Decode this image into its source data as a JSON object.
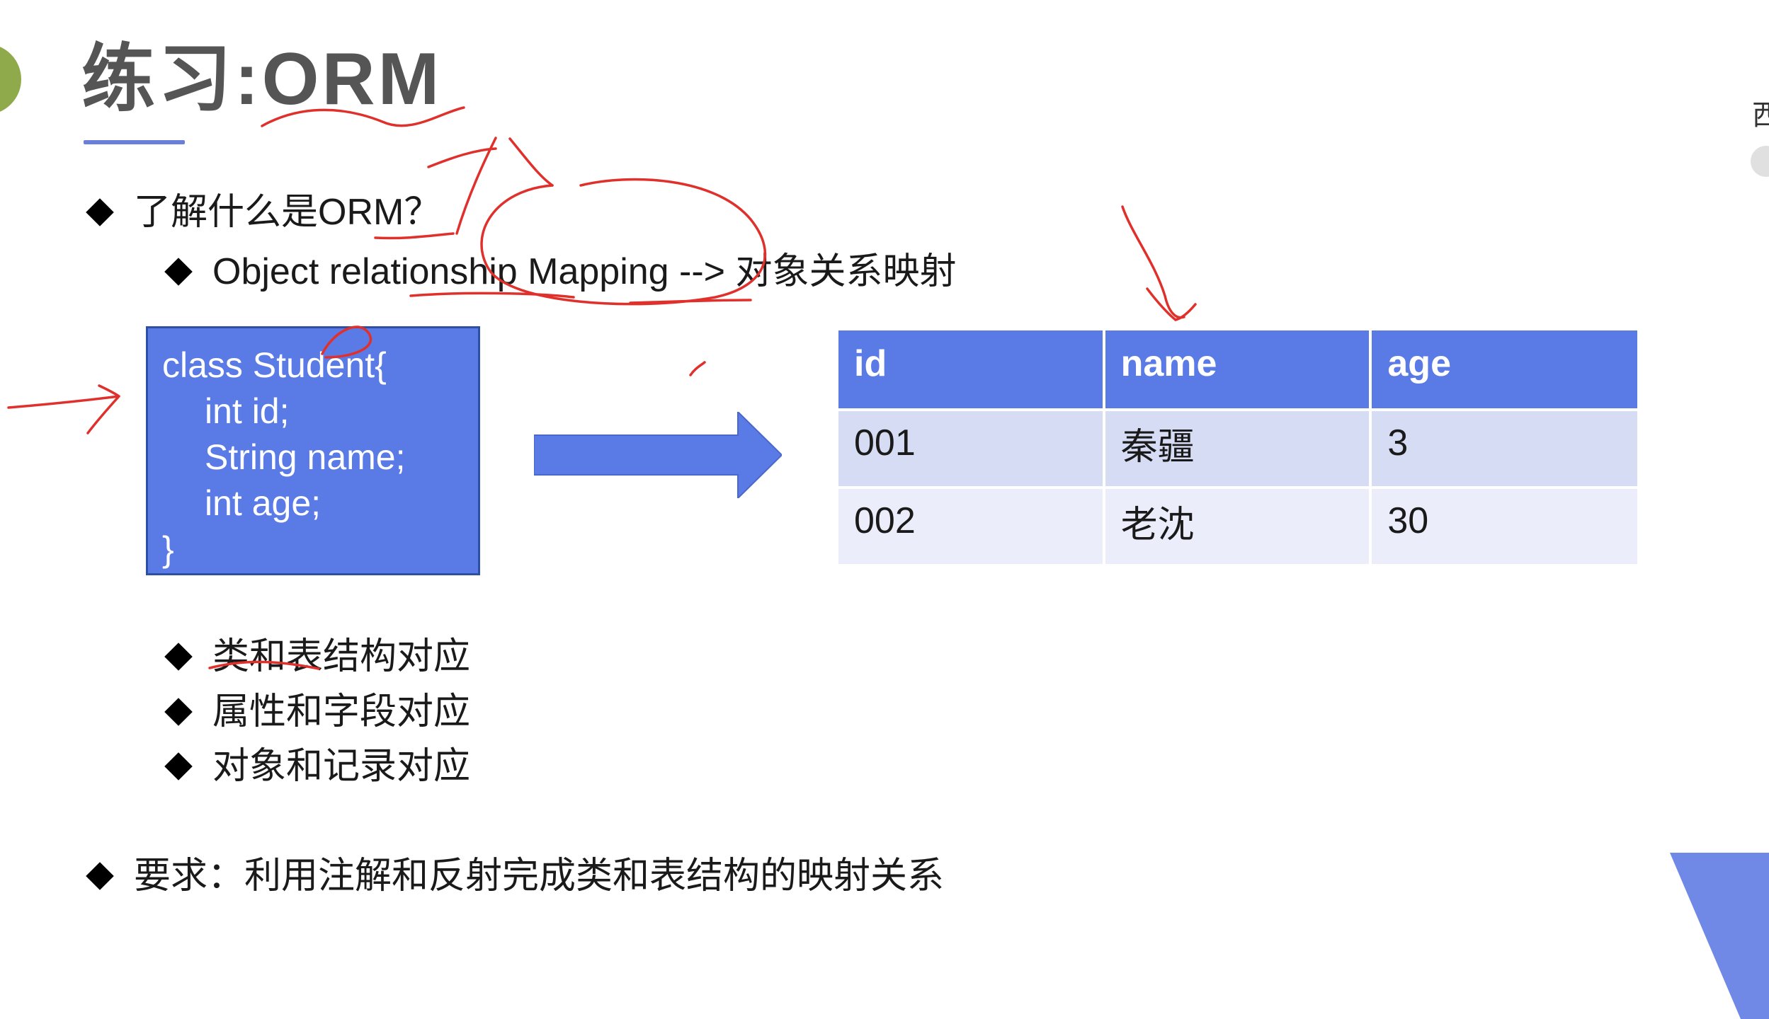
{
  "slide": {
    "title": "练习:ORM",
    "accent_color": "#5a7be6",
    "bullets": {
      "what_is_orm": "了解什么是ORM？",
      "definition": "Object relationship Mapping --> 对象关系映射",
      "mapping_class_table": "类和表结构对应",
      "mapping_property_field": "属性和字段对应",
      "mapping_object_record": "对象和记录对应",
      "requirement": "要求：利用注解和反射完成类和表结构的映射关系"
    },
    "code": {
      "line1": "class Student{",
      "line2": "int id;",
      "line3": "String name;",
      "line4": "int age;",
      "line5": "}"
    },
    "table": {
      "headers": [
        "id",
        "name",
        "age"
      ],
      "rows": [
        [
          "001",
          "秦疆",
          "3"
        ],
        [
          "002",
          "老沈",
          "30"
        ]
      ]
    },
    "edge_text": "西"
  }
}
